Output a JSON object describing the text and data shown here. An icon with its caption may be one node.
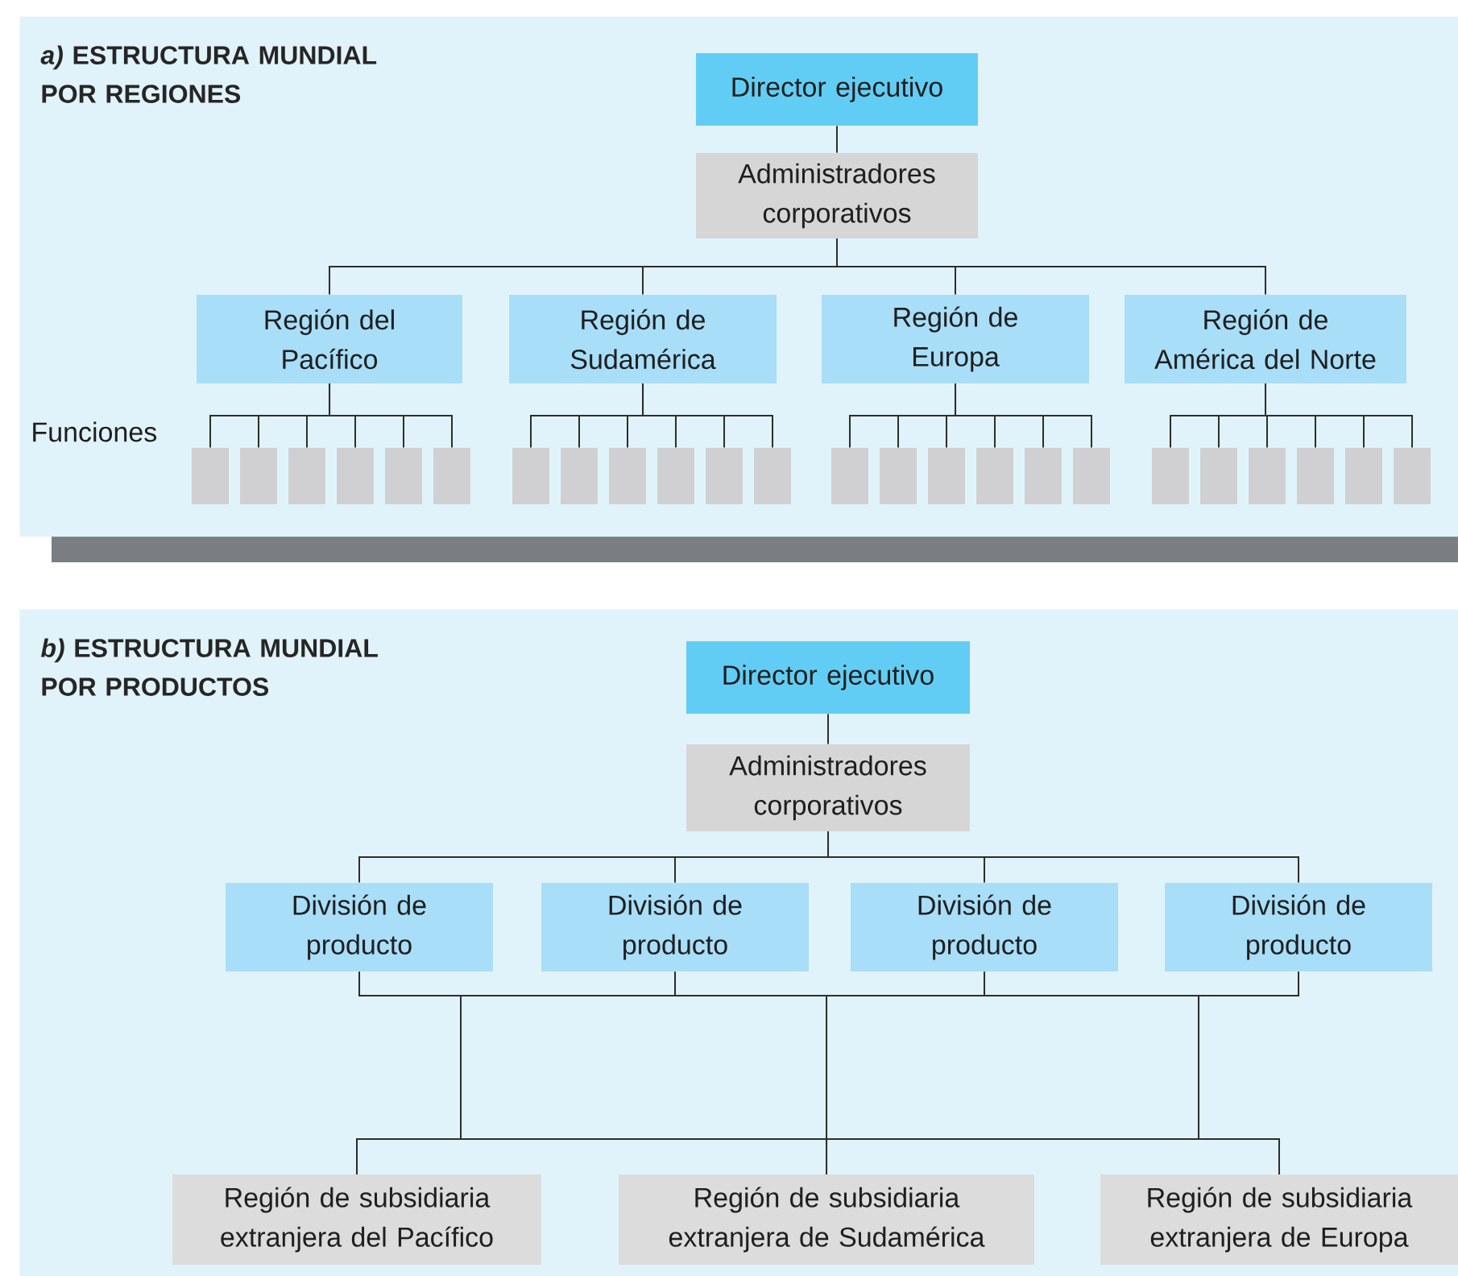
{
  "diagram": {
    "nodes": [
      {
        "text": [
          "*a)* ESTRUCTURA MUNDIAL POR REGIONES"
        ]
      },
      {
        "text": [
          "Director ejecutivo"
        ],
        "in": 0
      },
      {
        "text": [
          "Administradores corporativos"
        ],
        "in": 0
      },
      {
        "text": [
          "Región del Pacífico"
        ],
        "in": 0
      },
      {
        "text": [
          "Región de Sudamérica"
        ],
        "in": 0
      },
      {
        "text": [
          "Región de Europa"
        ],
        "in": 0
      },
      {
        "text": [
          "Región de América del Norte"
        ],
        "in": 0
      },
      {
        "text": [],
        "shape": "box",
        "in": 0
      },
      {
        "text": [],
        "shape": "box",
        "in": 0
      },
      {
        "text": [],
        "shape": "box",
        "in": 0
      },
      {
        "text": [],
        "shape": "box",
        "in": 0
      },
      {
        "text": [],
        "shape": "box",
        "in": 0
      },
      {
        "text": [],
        "shape": "box",
        "in": 0
      },
      {
        "text": [],
        "shape": "box",
        "in": 0
      },
      {
        "text": [],
        "shape": "box",
        "in": 0
      },
      {
        "text": [],
        "shape": "box",
        "in": 0
      },
      {
        "text": [],
        "shape": "box",
        "in": 0
      },
      {
        "text": [],
        "shape": "box",
        "in": 0
      },
      {
        "text": [],
        "shape": "box",
        "in": 0
      },
      {
        "text": [],
        "shape": "box",
        "in": 0
      },
      {
        "text": [],
        "shape": "box",
        "in": 0
      },
      {
        "text": [],
        "shape": "box",
        "in": 0
      },
      {
        "text": [],
        "shape": "box",
        "in": 0
      },
      {
        "text": [],
        "shape": "box",
        "in": 0
      },
      {
        "text": [],
        "shape": "box",
        "in": 0
      },
      {
        "text": [],
        "shape": "box",
        "in": 0
      },
      {
        "text": [],
        "shape": "box",
        "in": 0
      },
      {
        "text": [],
        "shape": "box",
        "in": 0
      },
      {
        "text": [],
        "shape": "box",
        "in": 0
      },
      {
        "text": [],
        "shape": "box",
        "in": 0
      },
      {
        "text": [],
        "shape": "box",
        "in": 0
      },
      {
        "text": [
          "*b)* ESTRUCTURA MUNDIAL POR PRODUCTOS"
        ]
      },
      {
        "text": [
          "Director ejecutivo"
        ],
        "in": 31
      },
      {
        "text": [
          "Administradores corporativos"
        ],
        "in": 31
      },
      {
        "text": [
          "División de producto"
        ],
        "in": 31
      },
      {
        "text": [
          "División de producto"
        ],
        "in": 31
      },
      {
        "text": [
          "División de producto"
        ],
        "in": 31
      },
      {
        "text": [
          "División de producto"
        ],
        "in": 31
      },
      {
        "text": [
          "Región de subsidiaria extranjera del Pacífico"
        ],
        "in": 31
      },
      {
        "text": [
          "Región de subsidiaria extranjera de Sudamérica"
        ],
        "in": 31
      },
      {
        "text": [
          "Región de subsidiaria extranjera de Europa"
        ],
        "in": 31
      }
    ],
    "edges": [
      {
        "from": 1,
        "to": 2,
        "arrow": "none"
      },
      {
        "from": 2,
        "to": 3,
        "arrow": "none"
      },
      {
        "from": 2,
        "to": 4,
        "arrow": "none"
      },
      {
        "from": 2,
        "to": 5,
        "arrow": "none"
      },
      {
        "from": 2,
        "to": 6,
        "arrow": "none"
      },
      {
        "from": 3,
        "to": 7,
        "arrow": "none"
      },
      {
        "from": 3,
        "to": 8,
        "arrow": "none"
      },
      {
        "from": 3,
        "to": 9,
        "arrow": "none"
      },
      {
        "from": 3,
        "to": 10,
        "arrow": "none"
      },
      {
        "from": 3,
        "to": 11,
        "arrow": "none"
      },
      {
        "from": 3,
        "to": 12,
        "arrow": "none"
      },
      {
        "from": 4,
        "to": 13,
        "arrow": "none"
      },
      {
        "from": 4,
        "to": 14,
        "arrow": "none"
      },
      {
        "from": 4,
        "to": 15,
        "arrow": "none"
      },
      {
        "from": 4,
        "to": 16,
        "arrow": "none"
      },
      {
        "from": 4,
        "to": 17,
        "arrow": "none"
      },
      {
        "from": 4,
        "to": 18,
        "arrow": "none"
      },
      {
        "from": 5,
        "to": 19,
        "arrow": "none"
      },
      {
        "from": 5,
        "to": 20,
        "arrow": "none"
      },
      {
        "from": 5,
        "to": 21,
        "arrow": "none"
      },
      {
        "from": 5,
        "to": 22,
        "arrow": "none"
      },
      {
        "from": 5,
        "to": 23,
        "arrow": "none"
      },
      {
        "from": 5,
        "to": 24,
        "arrow": "none"
      },
      {
        "from": 6,
        "to": 25,
        "arrow": "none"
      },
      {
        "from": 6,
        "to": 26,
        "arrow": "none"
      },
      {
        "from": 6,
        "to": 27,
        "arrow": "none"
      },
      {
        "from": 6,
        "to": 28,
        "arrow": "none"
      },
      {
        "from": 6,
        "to": 29,
        "arrow": "none"
      },
      {
        "from": 6,
        "to": 30,
        "arrow": "none"
      },
      {
        "from": 32,
        "to": 33,
        "arrow": "none"
      },
      {
        "from": 33,
        "to": 34,
        "arrow": "none"
      },
      {
        "from": 33,
        "to": 35,
        "arrow": "none"
      },
      {
        "from": 33,
        "to": 36,
        "arrow": "none"
      },
      {
        "from": 33,
        "to": 37,
        "arrow": "none"
      },
      {
        "from": 34,
        "to": 38,
        "arrow": "none"
      },
      {
        "from": 34,
        "to": 39,
        "arrow": "none"
      },
      {
        "from": 34,
        "to": 40,
        "arrow": "none"
      },
      {
        "from": 35,
        "to": 38,
        "arrow": "none"
      },
      {
        "from": 35,
        "to": 39,
        "arrow": "none"
      },
      {
        "from": 35,
        "to": 40,
        "arrow": "none"
      },
      {
        "from": 36,
        "to": 38,
        "arrow": "none"
      },
      {
        "from": 36,
        "to": 39,
        "arrow": "none"
      },
      {
        "from": 36,
        "to": 40,
        "arrow": "none"
      },
      {
        "from": 37,
        "to": 38,
        "arrow": "none"
      },
      {
        "from": 37,
        "to": 39,
        "arrow": "none"
      },
      {
        "from": 37,
        "to": 40,
        "arrow": "none"
      }
    ],
    "labels": [
      "Funciones"
    ]
  }
}
